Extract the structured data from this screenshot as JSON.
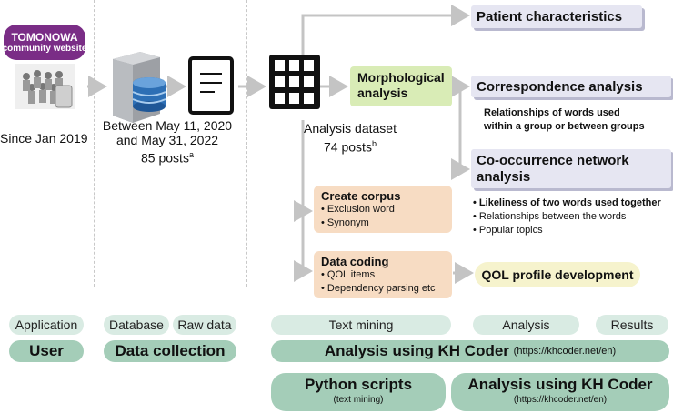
{
  "community": {
    "line1": "TOMONOWA",
    "line2": "community website",
    "since": "Since Jan 2019"
  },
  "collection": {
    "period1": "Between May 11, 2020",
    "period2": "and May 31, 2022",
    "posts": "85 posts",
    "posts_sup": "a"
  },
  "dataset": {
    "label": "Analysis dataset",
    "posts": "74 posts",
    "posts_sup": "b"
  },
  "morph": {
    "line1": "Morphological",
    "line2": "analysis"
  },
  "results": {
    "patient": "Patient characteristics",
    "correspondence": "Correspondence analysis",
    "correspondence_note1": "Relationships of words used",
    "correspondence_note2": "within a group or between groups",
    "cooc_line1": "Co-occurrence network",
    "cooc_line2": "analysis",
    "cooc_bullet1": "Likeliness of two words used together",
    "cooc_bullet2": "Relationships between the words",
    "cooc_bullet3": "Popular topics",
    "qol": "QOL profile development"
  },
  "corpus": {
    "title": "Create corpus",
    "items": [
      "Exclusion word",
      "Synonym"
    ]
  },
  "coding": {
    "title": "Data coding",
    "items": [
      "QOL items",
      "Dependency parsing etc"
    ]
  },
  "legend": {
    "application": "Application",
    "database": "Database",
    "raw_data": "Raw data",
    "text_mining": "Text mining",
    "analysis": "Analysis",
    "results": "Results",
    "user": "User",
    "data_collection": "Data collection",
    "kh_main": "Analysis using KH Coder",
    "kh_url": "(https://khcoder.net/en)",
    "python": "Python scripts",
    "python_sub": "(text mining)",
    "kh2": "Analysis using KH Coder",
    "kh2_url": "(https://khcoder.net/en)"
  },
  "colors": {
    "green_light": "#d9ebe3",
    "green_dark": "#a4cdb8",
    "purple": "#7a2d86",
    "lavender": "#e6e6f2",
    "peach": "#f7dcc3",
    "yellow": "#f6f3cd",
    "lime": "#d9ecb6"
  }
}
